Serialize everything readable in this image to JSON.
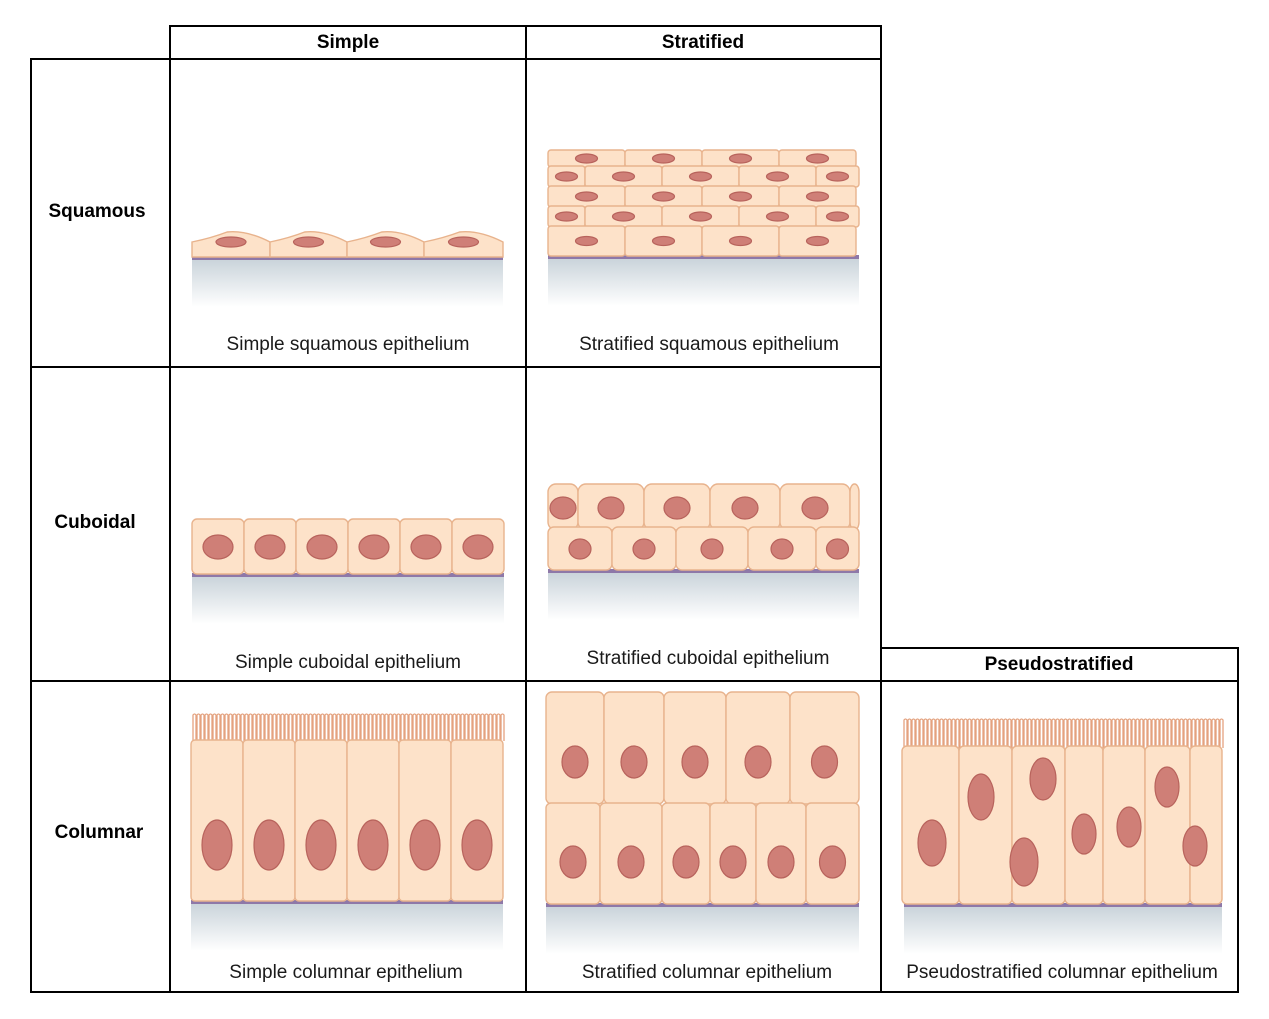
{
  "columns": {
    "simple": "Simple",
    "stratified": "Stratified",
    "pseudostratified": "Pseudostratified"
  },
  "rows": {
    "squamous": "Squamous",
    "cuboidal": "Cuboidal",
    "columnar": "Columnar"
  },
  "captions": {
    "simple_squamous": "Simple squamous epithelium",
    "stratified_squamous": "Stratified squamous epithelium",
    "simple_cuboidal": "Simple cuboidal epithelium",
    "stratified_cuboidal": "Stratified cuboidal epithelium",
    "simple_columnar": "Simple columnar epithelium",
    "stratified_columnar": "Stratified columnar epithelium",
    "pseudostratified_columnar": "Pseudostratified columnar epithelium"
  },
  "colors": {
    "cell": "#fde2c9",
    "cell_outline": "#e8b38d",
    "nucleus": "#cf7f77",
    "basement_membrane": "#8e78a8",
    "tissue_gradient": "#c9d3da"
  }
}
